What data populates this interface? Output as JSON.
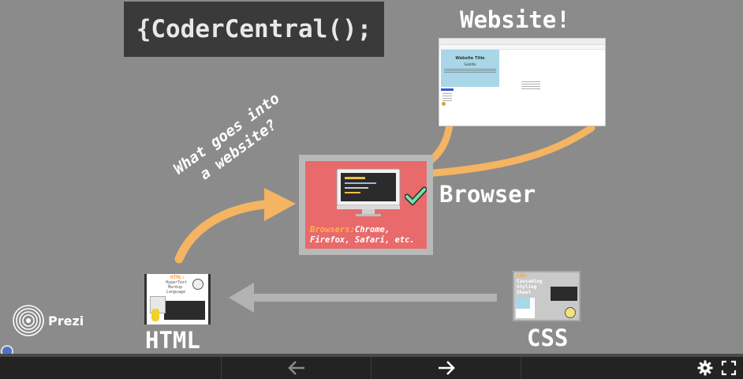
{
  "slide": {
    "title": "{CoderCentral();",
    "website_label": "Website!",
    "question_line1": "What goes into",
    "question_line2": "a website?",
    "browser_label": "Browser",
    "browsers_prefix": "Browsers:",
    "browsers_rest": "Chrome,",
    "browsers_line2": "Firefox, Safari, etc.",
    "html_label": "HTML",
    "css_label": "CSS",
    "html_card_title": "HTML:",
    "html_card_sub1": "HyperText",
    "html_card_sub2": "Markup",
    "html_card_sub3": "Language",
    "css_card_title": "CSS:",
    "css_card_sub1": "Cascading",
    "css_card_sub2": "Styling",
    "css_card_sub3": "Sheet",
    "website_shot_title": "Website Title",
    "website_shot_heading": "Subtitle"
  },
  "branding": {
    "prezi_text": "Prezi"
  },
  "toolbar": {
    "prev_icon": "arrow-left",
    "next_icon": "arrow-right",
    "settings_icon": "gear",
    "fullscreen_icon": "fullscreen"
  },
  "colors": {
    "background": "#8b8b8b",
    "browser_red": "#e96a6a",
    "arrow_orange": "#f5b462",
    "toolbar": "#232323",
    "prefix_orange": "#ffb347"
  }
}
